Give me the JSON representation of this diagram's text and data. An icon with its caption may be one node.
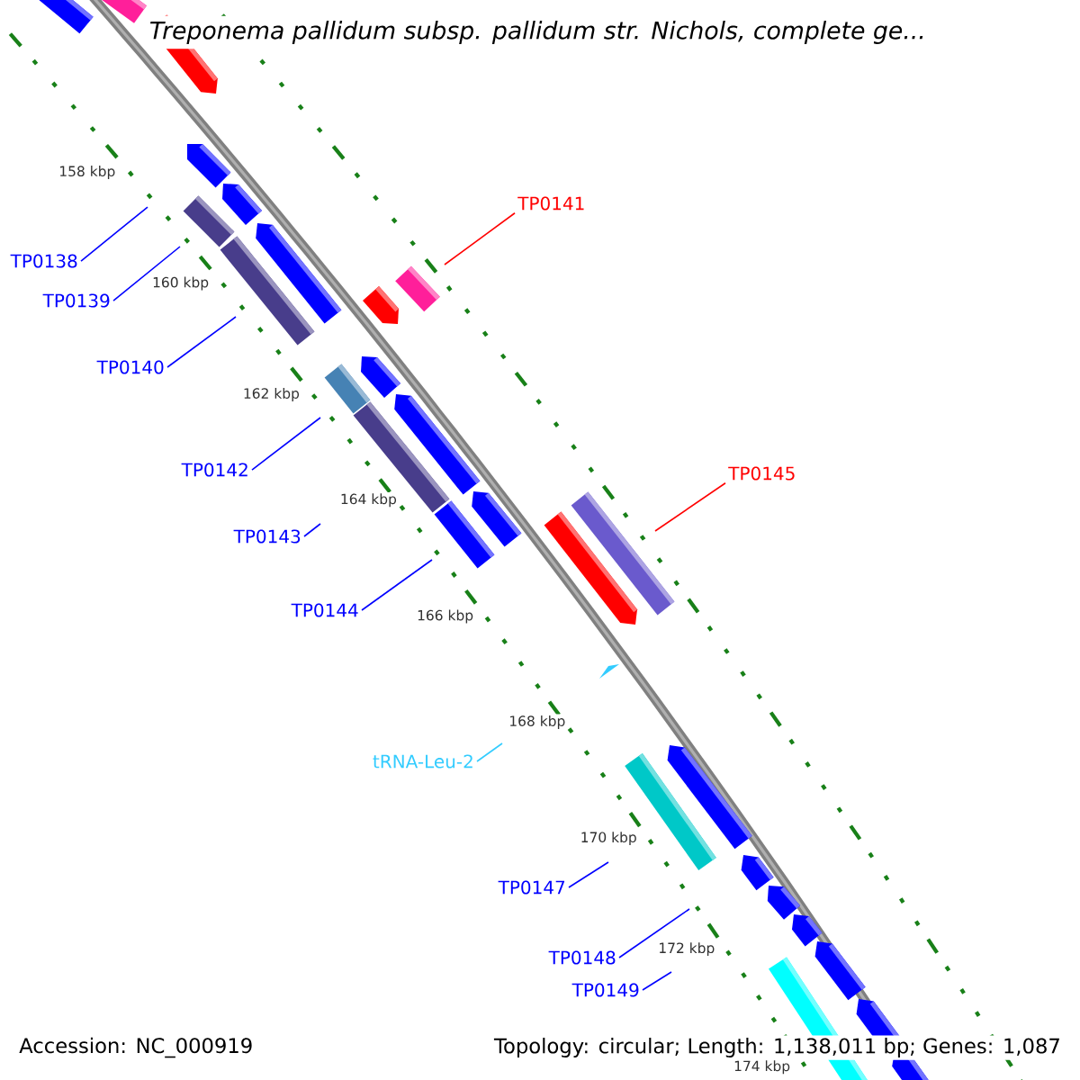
{
  "diagram": {
    "title": "Treponema pallidum subsp. pallidum str. Nichols, complete ge...",
    "nodes": [
      {
        "text": [
          "TP0141"
        ]
      },
      {
        "text": [
          "TP0138"
        ]
      },
      {
        "text": [
          "TP0139"
        ]
      },
      {
        "text": [
          "TP0140"
        ]
      },
      {
        "text": [
          "TP0142"
        ]
      },
      {
        "text": [
          "TP0145"
        ]
      },
      {
        "text": [
          "TP0143"
        ]
      },
      {
        "text": [
          "TP0144"
        ]
      },
      {
        "text": [
          "tRNA-Leu-2"
        ]
      },
      {
        "text": [
          "TP0147"
        ]
      },
      {
        "text": [
          "TP0148"
        ]
      },
      {
        "text": [
          "TP0149"
        ]
      }
    ],
    "edges": [
      {
        "from": 0,
        "to": null,
        "arrow": "none",
        "color": "#ff0000"
      },
      {
        "from": 1,
        "to": null,
        "arrow": "none"
      },
      {
        "from": 2,
        "to": null,
        "arrow": "none"
      },
      {
        "from": 3,
        "to": null,
        "arrow": "none"
      },
      {
        "from": 4,
        "to": null,
        "arrow": "none"
      },
      {
        "from": 5,
        "to": null,
        "arrow": "none",
        "color": "#ff0000"
      },
      {
        "from": 6,
        "to": null,
        "arrow": "none"
      },
      {
        "from": 7,
        "to": null,
        "arrow": "none"
      },
      {
        "from": 8,
        "to": null,
        "arrow": "none",
        "color": "#33ccff"
      },
      {
        "from": 9,
        "to": null,
        "arrow": "none"
      },
      {
        "from": 10,
        "to": null,
        "arrow": "none"
      },
      {
        "from": 11,
        "to": null,
        "arrow": "none"
      }
    ],
    "labels": [
      "158 kbp",
      "160 kbp",
      "162 kbp",
      "164 kbp",
      "166 kbp",
      "168 kbp",
      "170 kbp",
      "172 kbp",
      "174 kbp",
      "Accession: NC_000919",
      "Topology: circular; Length: 1,138,011 bp; Genes: 1,087"
    ]
  }
}
